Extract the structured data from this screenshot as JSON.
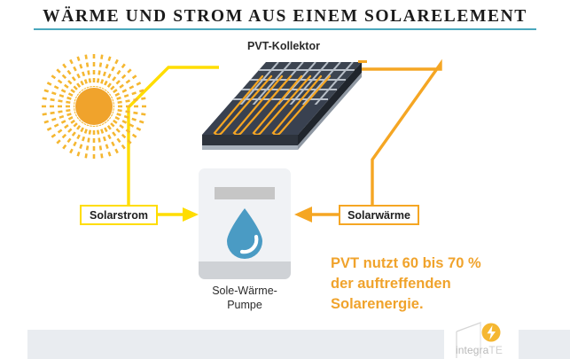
{
  "header": {
    "title": "WÄRME UND STROM AUS EINEM SOLARELEMENT",
    "rule_color": "#4aa8bd"
  },
  "diagram": {
    "sun": {
      "icon": "sun-icon",
      "core_color": "#f0a32c",
      "ray_color": "#f5b731",
      "ray_count": 40
    },
    "collector": {
      "label": "PVT-Kollektor",
      "panel_color": "#3c4450",
      "cell_grid_color": "#b9c0c9",
      "pipe_color": "#f5a623",
      "side_color": "#2a3038"
    },
    "heat_pump": {
      "label_line1": "Sole-Wärme-",
      "label_line2": "Pumpe",
      "body_color": "#f0f2f5",
      "slot_color": "#c6c6c6",
      "base_color": "#cfd2d6",
      "droplet_icon": "water-droplet-icon",
      "droplet_color": "#4a9bc4"
    },
    "callouts": [
      {
        "name": "solarstrom",
        "label": "Solarstrom",
        "border_color": "#ffdd00",
        "flow_color": "#ffdd00"
      },
      {
        "name": "solarwaerme",
        "label": "Solarwärme",
        "border_color": "#f5a623",
        "flow_color": "#f5a623"
      }
    ]
  },
  "statement": {
    "line1": "PVT nutzt 60 bis 70 %",
    "line2": "der auftreffenden",
    "line3": "Solarenergie.",
    "color": "#f0a32c",
    "values": {
      "efficiency_min_percent": 60,
      "efficiency_max_percent": 70
    }
  },
  "logo": {
    "name_main": "integra",
    "name_accent": "TE",
    "mark_icon": "lightning-bolt-in-circle-icon",
    "mark_color": "#f5b731"
  },
  "footer": {
    "bar_color": "#e9ecf0"
  }
}
